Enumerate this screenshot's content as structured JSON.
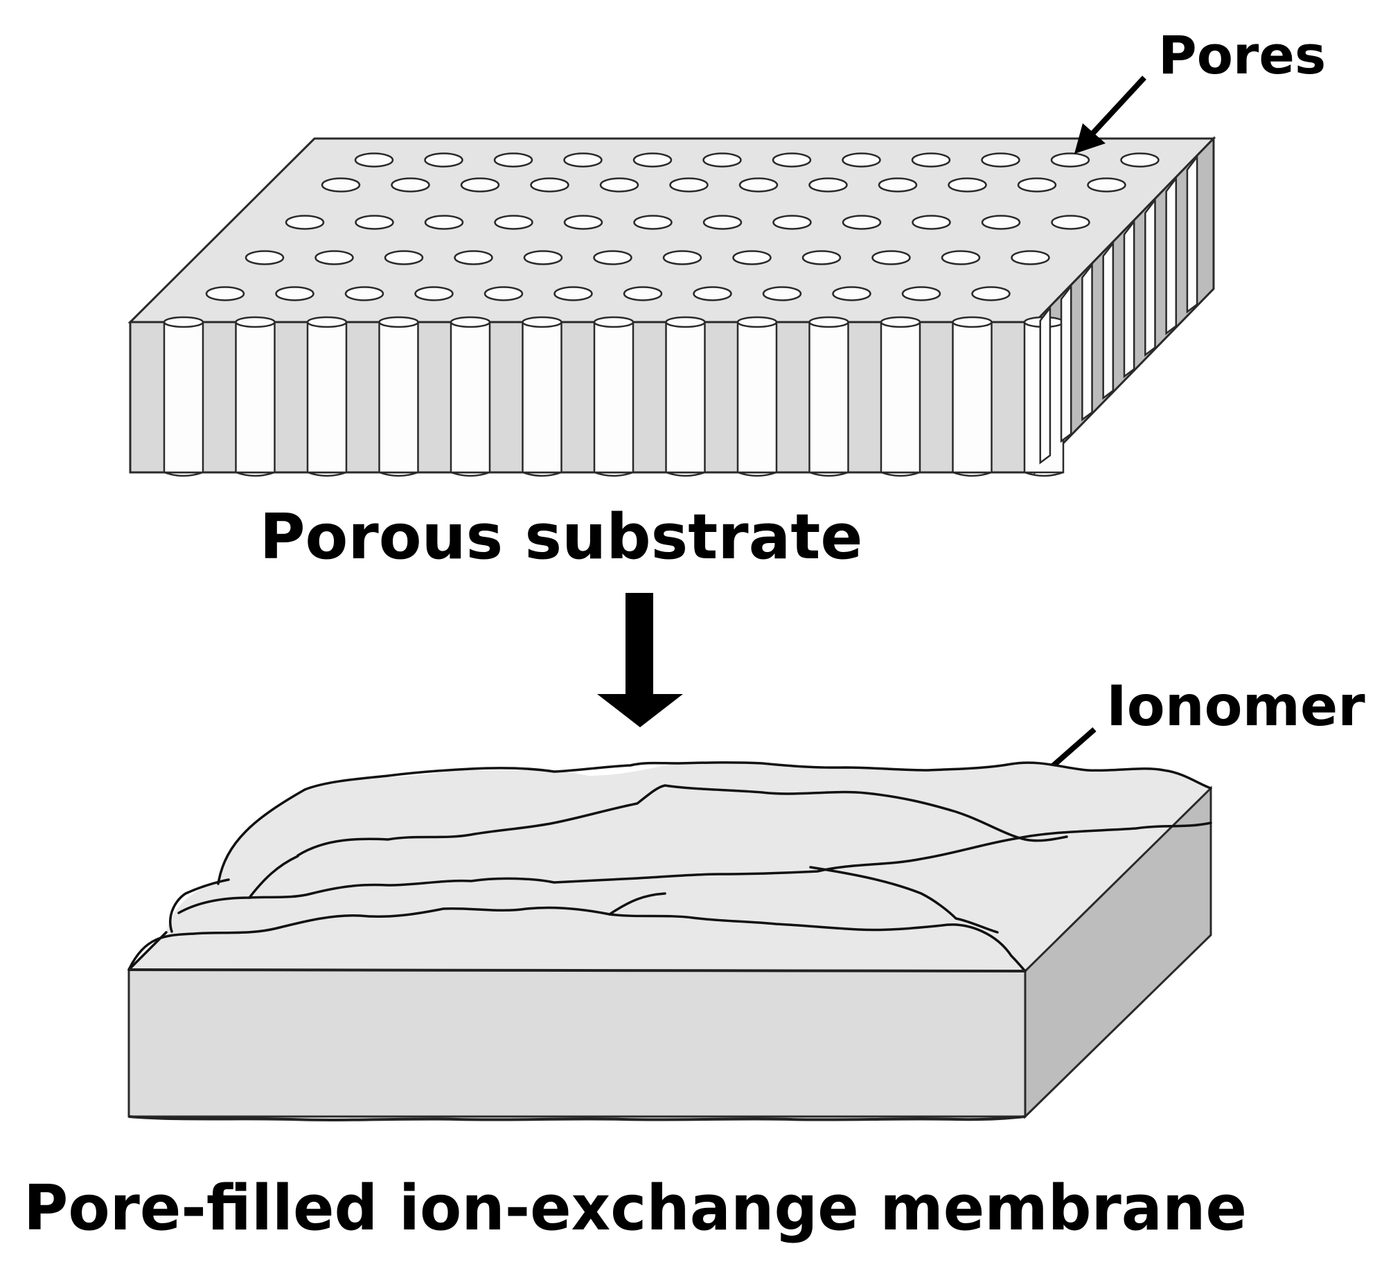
{
  "labels": {
    "pores": "Pores",
    "ionomer": "Ionomer",
    "porous_substrate": "Porous substrate",
    "membrane": "Pore-filled ion-exchange membrane"
  },
  "colors": {
    "outline": "#2a2a2a",
    "substrate_top": "#e4e4e4",
    "substrate_front": "#d9d9d9",
    "substrate_side": "#bcbcbc",
    "pore_fill": "#fdfdfd",
    "membrane_top": "#e8e8e8",
    "membrane_front": "#dcdcdc",
    "membrane_side": "#bdbdbd"
  }
}
